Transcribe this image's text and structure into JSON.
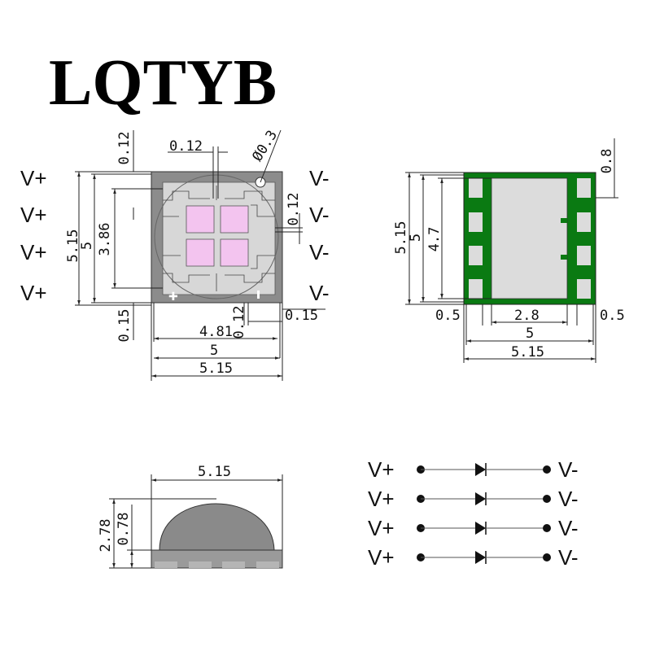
{
  "brand": "LQTYB",
  "colors": {
    "package_gray": "#8c8c8c",
    "pad_gray": "#d7d7d7",
    "led_pink": "#f3c4ef",
    "pcb_green": "#0a7a12",
    "dome_gray": "#8a8a8a",
    "base_gray": "#9a9a9a"
  },
  "top_view": {
    "pins_left": [
      "V+",
      "V+",
      "V+",
      "V+"
    ],
    "pins_right": [
      "V-",
      "V-",
      "V-",
      "V-"
    ],
    "dims": {
      "top_offset": "0.12",
      "gap": "0.12",
      "hole": "Ø0.3",
      "right_gap": "0.12",
      "height_outer": "5.15",
      "height_body": "5",
      "height_inner": "3.86",
      "bottom_left": "0.15",
      "bottom_gap": "0.12",
      "bottom_right": "0.15",
      "width_inner": "4.81",
      "width_body": "5",
      "width_outer": "5.15"
    }
  },
  "bottom_view": {
    "dims": {
      "top_right": "0.8",
      "height_outer": "5.15",
      "height_body": "5",
      "height_pad": "4.7",
      "left_pad": "0.5",
      "center_pad": "2.8",
      "right_pad": "0.5",
      "width_body": "5",
      "width_outer": "5.15"
    }
  },
  "side_view": {
    "dims": {
      "width": "5.15",
      "total_height": "2.78",
      "base_height": "0.78"
    }
  },
  "schematic": {
    "rows": [
      {
        "left": "V+",
        "right": "V-"
      },
      {
        "left": "V+",
        "right": "V-"
      },
      {
        "left": "V+",
        "right": "V-"
      },
      {
        "left": "V+",
        "right": "V-"
      }
    ]
  }
}
